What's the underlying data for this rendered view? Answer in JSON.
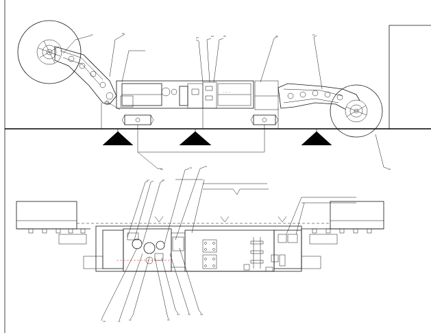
{
  "drawing": {
    "top_view_caption": "",
    "upper_labels": [
      {
        "id": "u1",
        "text": "01"
      },
      {
        "id": "u2",
        "text": "02"
      },
      {
        "id": "u3",
        "text": "03"
      },
      {
        "id": "u4",
        "text": "04"
      },
      {
        "id": "u5",
        "text": "05"
      },
      {
        "id": "u6",
        "text": "06"
      },
      {
        "id": "u7",
        "text": "07"
      },
      {
        "id": "u8",
        "text": "08"
      },
      {
        "id": "u9",
        "text": "09"
      }
    ],
    "lower_labels": [
      {
        "id": "l1",
        "text": "10"
      },
      {
        "id": "l2",
        "text": "11"
      },
      {
        "id": "l3",
        "text": "12"
      },
      {
        "id": "l4",
        "text": "13"
      },
      {
        "id": "l5",
        "text": "14"
      },
      {
        "id": "l6",
        "text": "15"
      },
      {
        "id": "l7",
        "text": "16"
      },
      {
        "id": "l8",
        "text": "17"
      },
      {
        "id": "l9",
        "text": "18"
      },
      {
        "id": "l10",
        "text": "19"
      },
      {
        "id": "l11",
        "text": "20"
      }
    ]
  }
}
